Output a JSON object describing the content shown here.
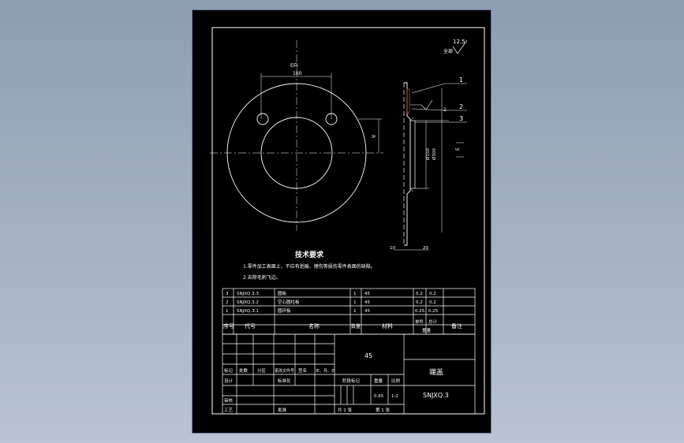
{
  "roughness": {
    "value": "12.5",
    "label": "全部"
  },
  "view_a_label": "E向",
  "dim_top": "160",
  "dim_radius": "R",
  "dim_side_right": "E",
  "balloons": [
    "1",
    "2",
    "3"
  ],
  "dim_diam_a": "Ø150",
  "dim_diam_b": "Ø300",
  "dim_thick_a": "10",
  "dim_thick_b": "20",
  "tech_title": "技术要求",
  "tech_notes": [
    "1.零件加工表面上，不应有划痕、擦伤等损伤零件表面的缺陷。",
    "2.去除毛刺飞边。"
  ],
  "bom_rows": [
    [
      "3",
      "SNJXQ.3.3",
      "圆板",
      "1",
      "45",
      "",
      "0.2",
      "0.2"
    ],
    [
      "2",
      "SNJXQ.3.2",
      "空心圆柱板",
      "1",
      "45",
      "",
      "0.2",
      "0.2"
    ],
    [
      "1",
      "SNJXQ.3.1",
      "圆环板",
      "1",
      "45",
      "",
      "0.25",
      "0.25"
    ]
  ],
  "bom_headers": {
    "no": "序号",
    "code": "代号",
    "name": "名称",
    "qty": "数量",
    "material": "材料",
    "unit_weight": "单件",
    "total_weight": "总计",
    "weight": "重量",
    "remark": "备注"
  },
  "title_block": {
    "material": "45",
    "part_name": "端盖",
    "drawing_no": "SNJXQ.3",
    "rev_headers": [
      "标记",
      "处数",
      "分区",
      "更改文件号",
      "签名",
      "年、月、日"
    ],
    "design": "设计",
    "standard": "标准化",
    "review": "审核",
    "process": "工艺",
    "approve": "批准",
    "stage_mark": "阶段标记",
    "weight_label": "重量",
    "scale_label": "比例",
    "weight_value": "0.65",
    "scale_value": "1:2",
    "sheets_total": "共 1 张",
    "sheet_no": "第 1 张"
  }
}
